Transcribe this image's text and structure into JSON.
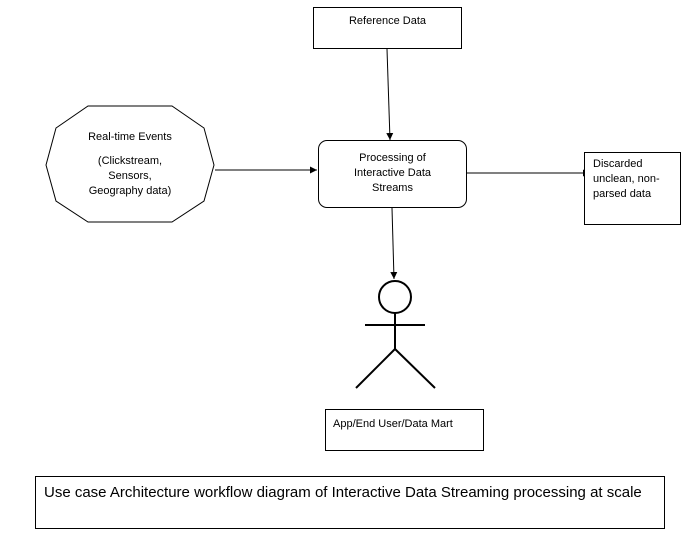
{
  "nodes": {
    "reference": {
      "label": "Reference Data"
    },
    "events": {
      "title": "Real-time Events",
      "detail_lines": [
        "(Clickstream,",
        "Sensors,",
        "Geography data)"
      ]
    },
    "processing": {
      "lines": [
        "Processing of",
        "Interactive Data",
        "Streams"
      ]
    },
    "discarded": {
      "lines": [
        "Discarded",
        "unclean, non-",
        "parsed data"
      ]
    },
    "user": {
      "label": "App/End User/Data Mart"
    }
  },
  "caption": "Use case Architecture workflow diagram of Interactive Data Streaming processing at scale",
  "edges": [
    {
      "from": "reference",
      "to": "processing"
    },
    {
      "from": "events",
      "to": "processing"
    },
    {
      "from": "processing",
      "to": "discarded"
    },
    {
      "from": "processing",
      "to": "user"
    }
  ],
  "icons": {
    "actor": "stick-figure-actor-icon"
  },
  "colors": {
    "stroke": "#000000",
    "fill": "#ffffff"
  }
}
